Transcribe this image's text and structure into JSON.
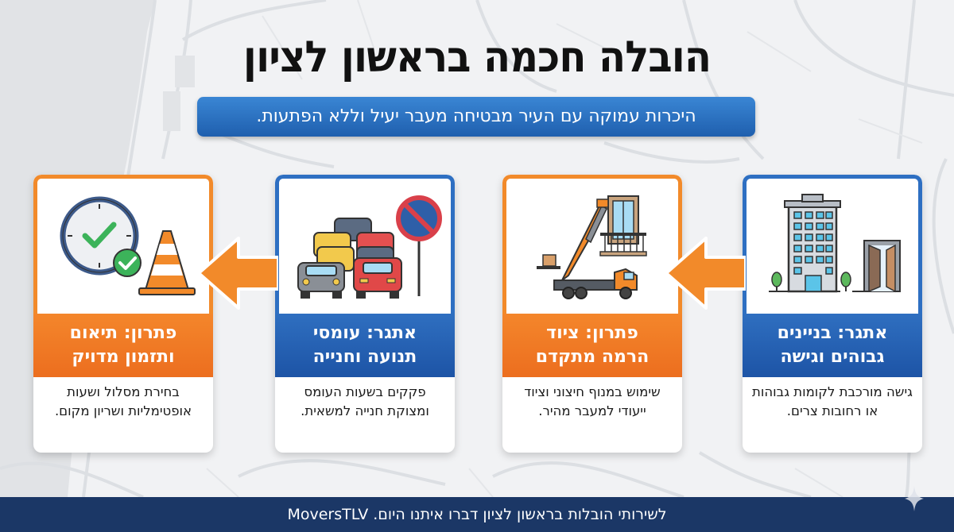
{
  "header": {
    "title": "הובלה חכמה בראשון לציון",
    "subtitle": "היכרות עמוקה עם העיר מבטיחה מעבר יעיל וללא הפתעות."
  },
  "cards": [
    {
      "type": "challenge",
      "color": "#2e6fc2",
      "icon": "building-and-door-icon",
      "heading_line1": "אתגר: בניינים",
      "heading_line2": "גבוהים וגישה",
      "description": "גישה מורכבת לקומות גבוהות או רחובות צרים."
    },
    {
      "type": "solution",
      "color": "#f28a2a",
      "icon": "crane-truck-icon",
      "heading_line1": "פתרון: ציוד",
      "heading_line2": "הרמה מתקדם",
      "description": "שימוש במנוף חיצוני וציוד ייעודי למעבר מהיר."
    },
    {
      "type": "challenge",
      "color": "#2e6fc2",
      "icon": "traffic-jam-no-parking-icon",
      "heading_line1": "אתגר: עומסי",
      "heading_line2": "תנועה וחנייה",
      "description": "פקקים בשעות העומס ומצוקת חנייה למשאית."
    },
    {
      "type": "solution",
      "color": "#f28a2a",
      "icon": "clock-check-cone-icon",
      "heading_line1": "פתרון: תיאום",
      "heading_line2": "ותזמון מדויק",
      "description": "בחירת מסלול ושעות אופטימליות ושריון מקום."
    }
  ],
  "arrows": [
    {
      "icon": "arrow-left-icon",
      "color": "#f28a2a"
    },
    {
      "icon": "arrow-left-icon",
      "color": "#f28a2a"
    }
  ],
  "footer": {
    "text": "לשירותי הובלות בראשון לציון דברו איתנו היום. MoversTLV"
  },
  "colors": {
    "blue": "#2e6fc2",
    "orange": "#f28a2a",
    "footer_bg": "#1b3766"
  }
}
